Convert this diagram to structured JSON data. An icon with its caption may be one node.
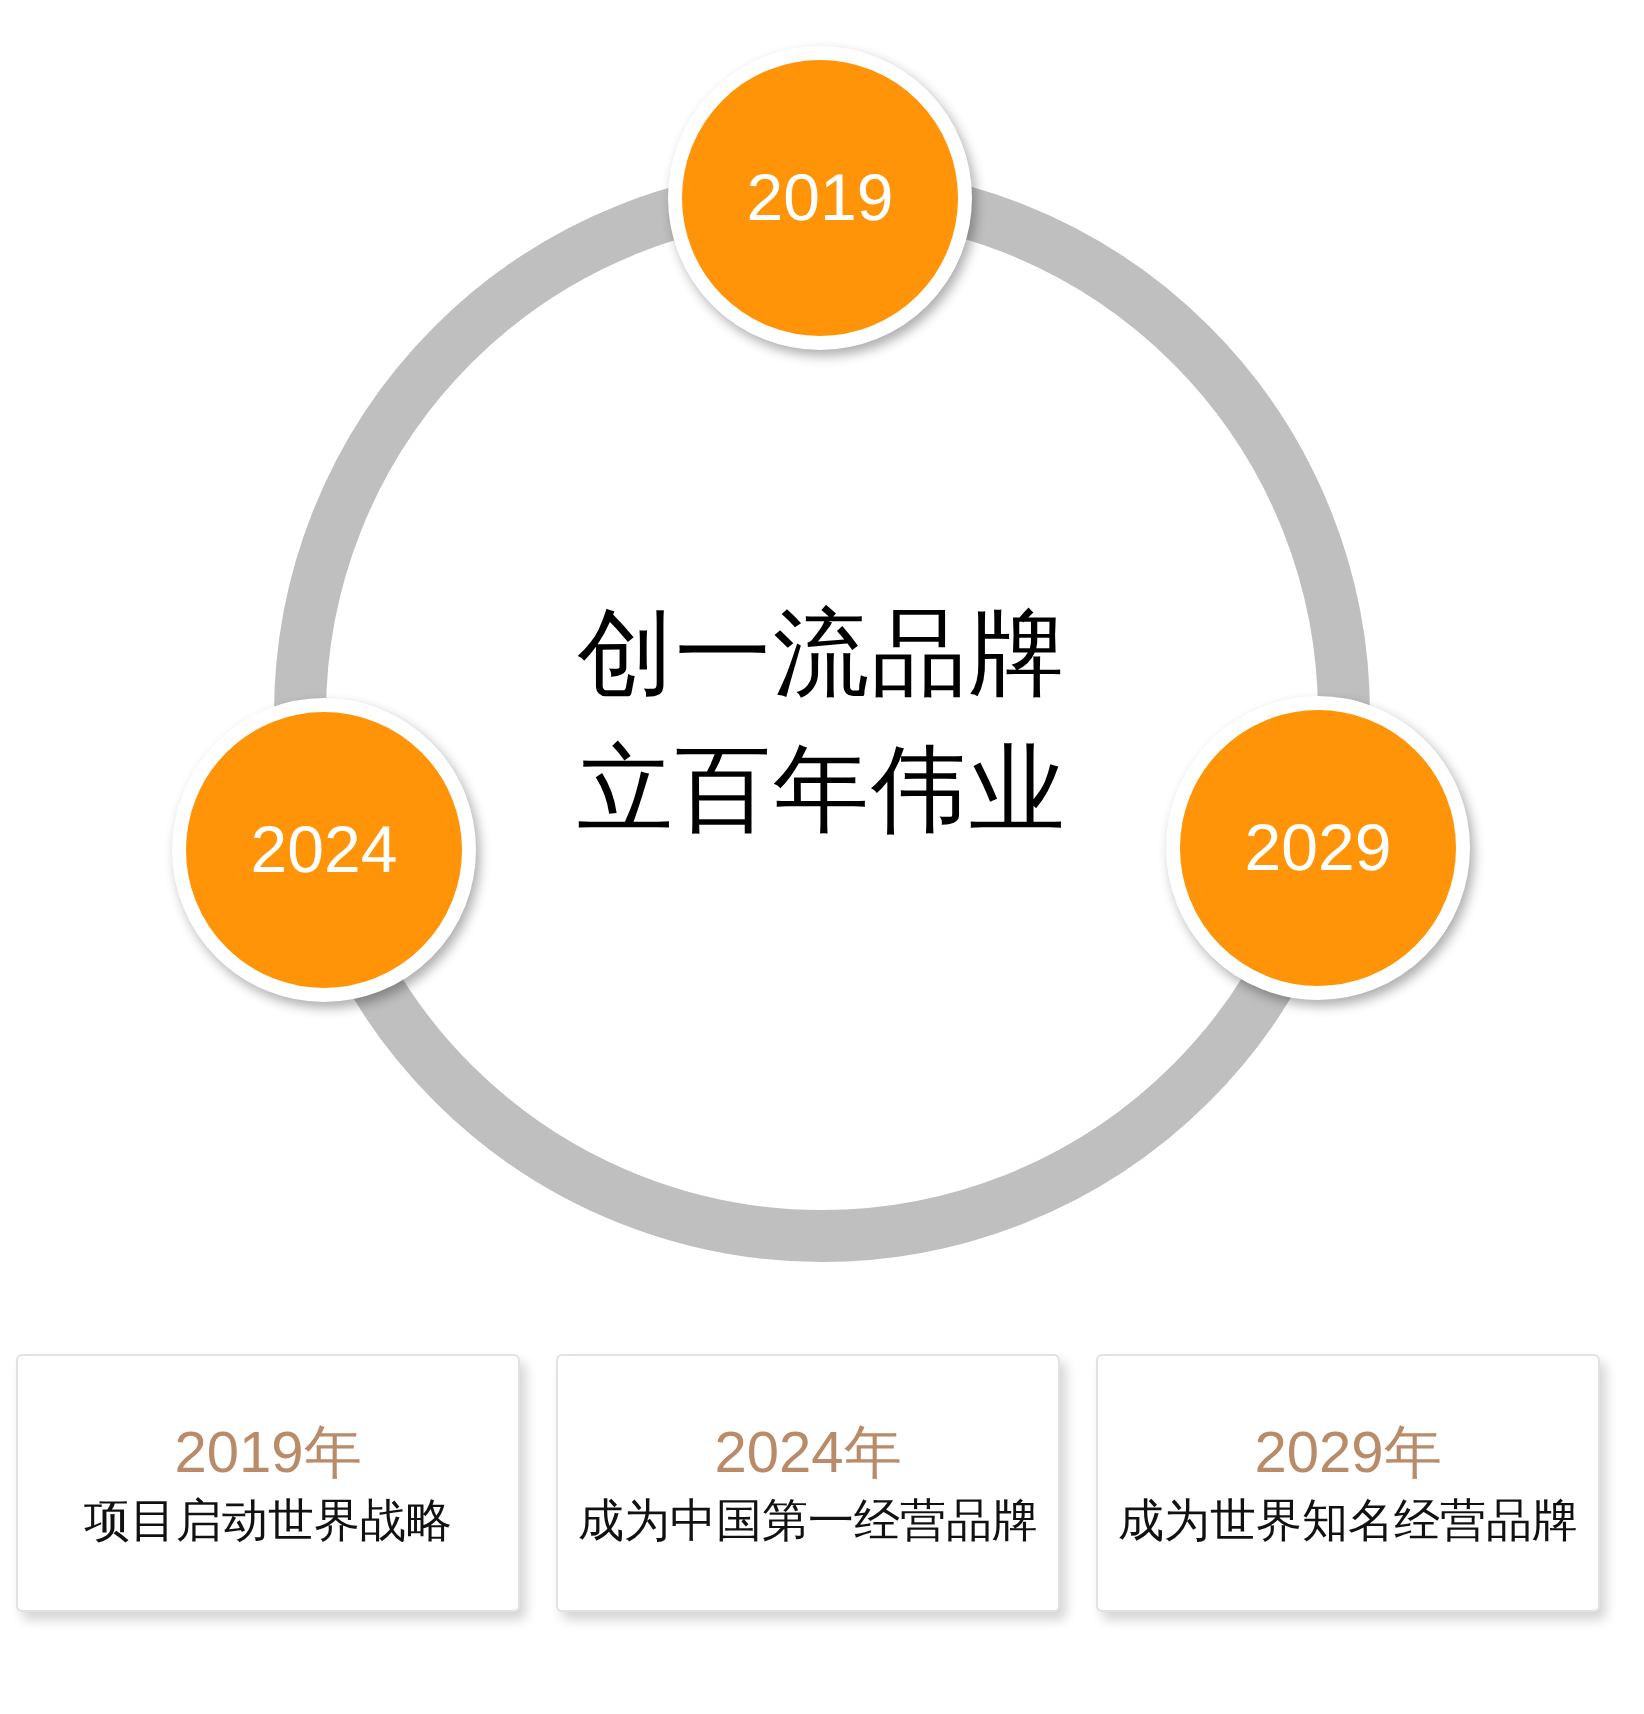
{
  "diagram": {
    "nodes": [
      {
        "text": [
          "创一流品牌",
          "立百年伟业"
        ]
      },
      {
        "text": [
          "2019"
        ]
      },
      {
        "text": [
          "2024"
        ]
      },
      {
        "text": [
          "2029"
        ]
      },
      {
        "text": [
          "2019年",
          "项目启动世界战略"
        ]
      },
      {
        "text": [
          "2024年",
          "成为中国第一经营品牌"
        ]
      },
      {
        "text": [
          "2029年",
          "成为世界知名经营品牌"
        ]
      }
    ]
  }
}
